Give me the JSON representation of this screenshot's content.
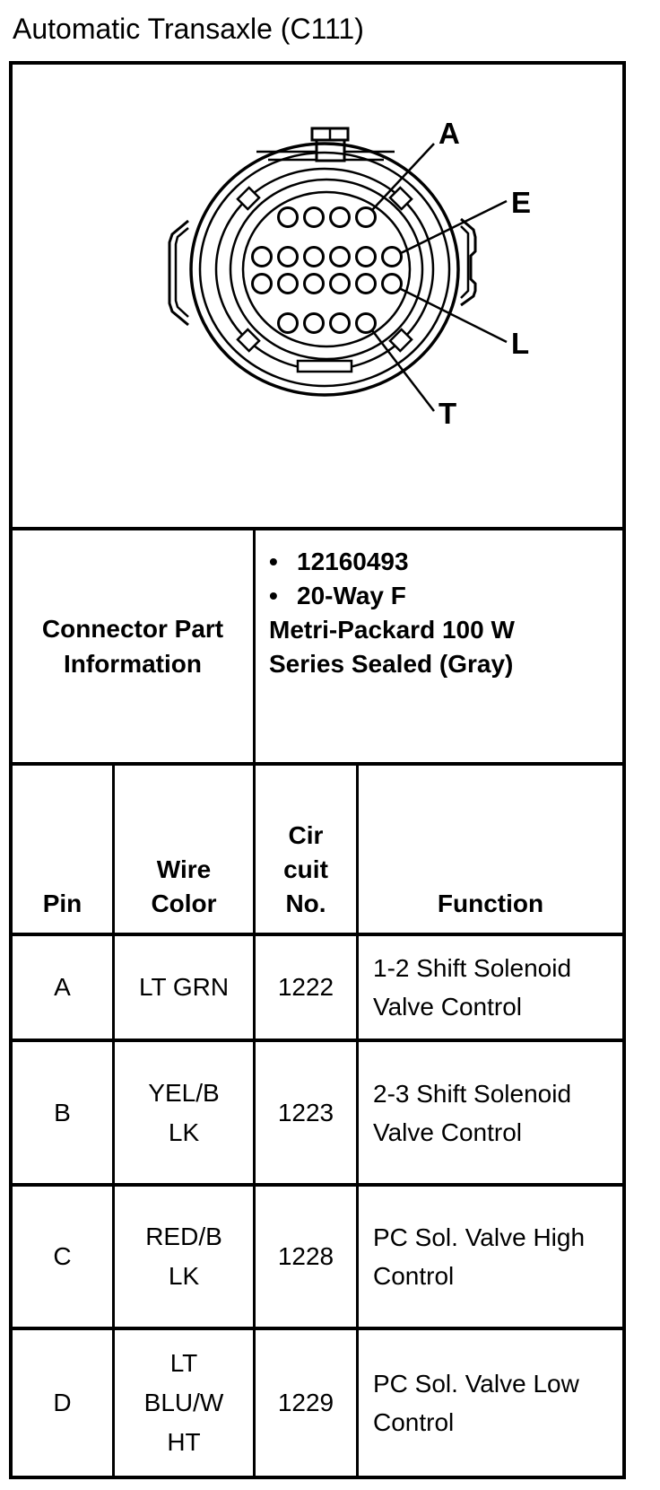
{
  "page": {
    "title": "Automatic Transaxle (C111)"
  },
  "colors": {
    "ink": "#000000",
    "paper": "#ffffff"
  },
  "diagram": {
    "description": "20-way round sealed connector face view, 4 pin rows (4/6/6/4)",
    "pin_callouts": [
      {
        "label": "A",
        "points_to": "top row, rightmost pin"
      },
      {
        "label": "E",
        "points_to": "second row, rightmost pin"
      },
      {
        "label": "L",
        "points_to": "third row, rightmost pin"
      },
      {
        "label": "T",
        "points_to": "bottom row, rightmost pin"
      }
    ]
  },
  "connector_info": {
    "label_lines": [
      "Connector Part",
      "Information"
    ],
    "bullets": [
      "12160493",
      "20-Way F"
    ],
    "detail_lines": [
      "Metri-Packard 100 W",
      "Series Sealed (Gray)"
    ]
  },
  "pin_table": {
    "headers": {
      "pin": "Pin",
      "wire_color_lines": [
        "Wire",
        "Color"
      ],
      "circuit_lines": [
        "Cir",
        "cuit",
        "No."
      ],
      "function": "Function"
    },
    "rows": [
      {
        "pin": "A",
        "wire_color_lines": [
          "LT GRN"
        ],
        "circuit": "1222",
        "function_lines": [
          "1-2 Shift Solenoid",
          "Valve Control"
        ]
      },
      {
        "pin": "B",
        "wire_color_lines": [
          "YEL/B",
          "LK"
        ],
        "circuit": "1223",
        "function_lines": [
          "2-3 Shift Solenoid",
          "Valve Control"
        ]
      },
      {
        "pin": "C",
        "wire_color_lines": [
          "RED/B",
          "LK"
        ],
        "circuit": "1228",
        "function_lines": [
          "PC Sol. Valve High",
          "Control"
        ]
      },
      {
        "pin": "D",
        "wire_color_lines": [
          "LT",
          "BLU/W",
          "HT"
        ],
        "circuit": "1229",
        "function_lines": [
          "PC Sol. Valve Low",
          "Control"
        ]
      }
    ]
  }
}
